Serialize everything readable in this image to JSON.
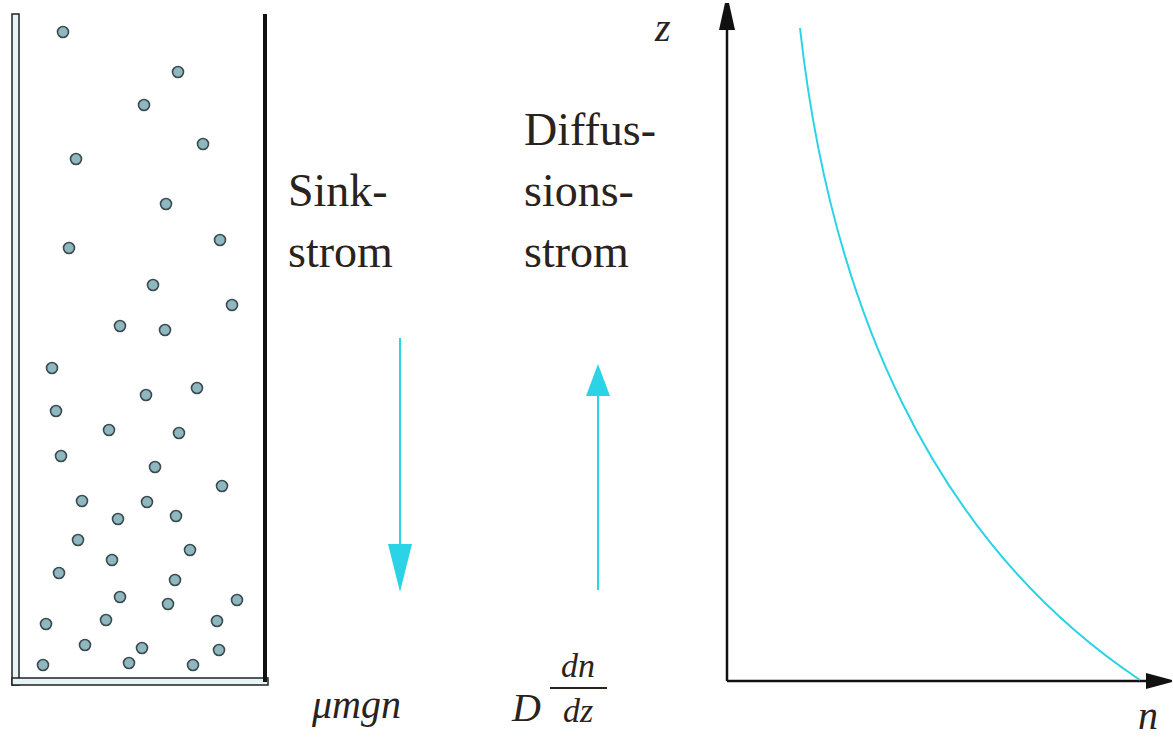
{
  "diagram": {
    "labels": [
      "Sink- strom",
      "Diffus- sions- strom",
      "μmgn",
      "D",
      "dn",
      "dz",
      "z",
      "n"
    ]
  }
}
